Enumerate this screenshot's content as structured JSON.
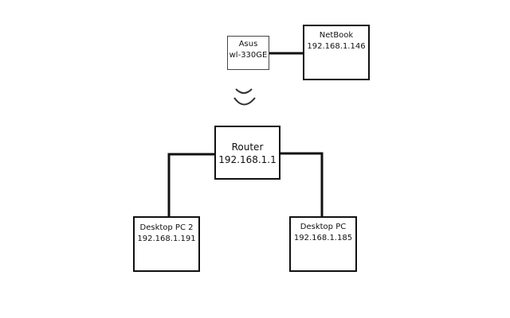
{
  "nodes": {
    "asus": {
      "lines": [
        "Asus",
        "wl-330GE"
      ]
    },
    "netbook": {
      "lines": [
        "NetBook",
        "192.168.1.146"
      ]
    },
    "router": {
      "lines": [
        "Router",
        "192.168.1.1"
      ]
    },
    "desktop_pc_2": {
      "lines": [
        "Desktop PC 2",
        "192.168.1.191"
      ]
    },
    "desktop_pc": {
      "lines": [
        "Desktop PC",
        "192.168.1.185"
      ]
    }
  },
  "links": [
    {
      "from": "asus",
      "to": "netbook",
      "kind": "wired"
    },
    {
      "from": "asus",
      "to": "router",
      "kind": "wireless"
    },
    {
      "from": "router",
      "to": "desktop_pc_2",
      "kind": "wired"
    },
    {
      "from": "router",
      "to": "desktop_pc",
      "kind": "wired"
    }
  ],
  "colors": {
    "line": "#111111",
    "wireless": "#333333"
  }
}
